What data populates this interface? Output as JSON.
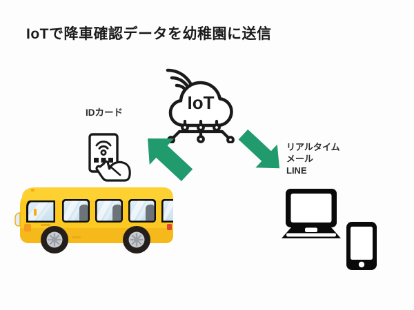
{
  "page": {
    "title": "IoTで降車確認データを幼稚園に送信",
    "background_color": "#fdfdfd"
  },
  "diagram": {
    "title": "IoTで降車確認データを幼稚園に送信",
    "accent_color": "#219a6e",
    "bus_color": "#fcc922",
    "icon_color": "#1a1a1a",
    "nodes": {
      "id_card": {
        "label": "IDカード",
        "icon": "hand-holding-card-icon"
      },
      "cloud": {
        "label": "IoT",
        "icon": "iot-cloud-icon"
      },
      "bus": {
        "icon": "school-bus-icon"
      },
      "devices": {
        "laptop_icon": "laptop-icon",
        "phone_icon": "smartphone-icon",
        "lines": [
          "リアルタイム",
          "メール",
          "LINE"
        ]
      }
    },
    "arrows": [
      {
        "name": "arrow-card-to-cloud",
        "direction": "up-right",
        "color": "#219a6e"
      },
      {
        "name": "arrow-cloud-to-devices",
        "direction": "down-right",
        "color": "#219a6e"
      }
    ]
  }
}
